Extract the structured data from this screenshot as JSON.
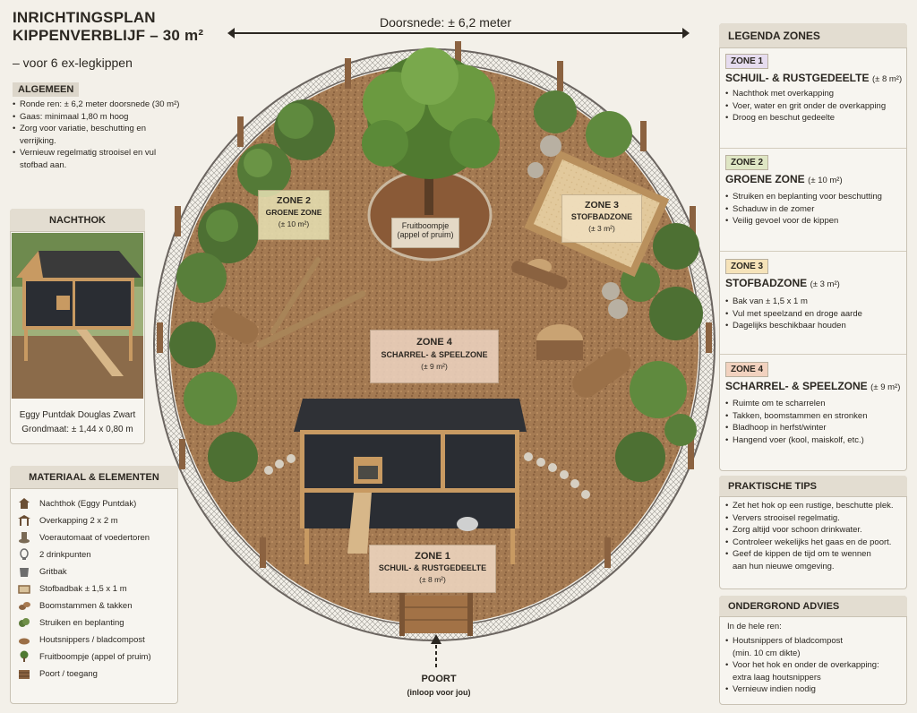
{
  "header": {
    "title_line1": "INRICHTINGSPLAN",
    "title_line2": "KIPPENVERBLIJF – 30 m²",
    "subtitle": "– voor 6 ex-legkippen",
    "diameter": "Doorsnede: ± 6,2 meter"
  },
  "algemeen": {
    "heading": "ALGEMEEN",
    "items": [
      "Ronde ren: ± 6,2 meter doorsnede (30 m²)",
      "Gaas: minimaal 1,80 m hoog",
      "Zorg voor variatie, beschutting en",
      "verrijking.",
      "Vernieuw regelmatig strooisel en vul",
      "stofbad aan."
    ]
  },
  "nachthok": {
    "heading": "NACHTHOK",
    "name": "Eggy Puntdak Douglas Zwart",
    "size": "Grondmaat: ± 1,44 x 0,80 m"
  },
  "materiaal": {
    "heading": "MATERIAAL & ELEMENTEN",
    "items": [
      {
        "label": "Nachthok (Eggy Puntdak)",
        "icon": "house-icon"
      },
      {
        "label": "Overkapping 2 x 2 m",
        "icon": "canopy-icon"
      },
      {
        "label": "Voerautomaat of voedertoren",
        "icon": "feeder-icon"
      },
      {
        "label": "2 drinkpunten",
        "icon": "waterer-icon"
      },
      {
        "label": "Gritbak",
        "icon": "grit-bucket-icon"
      },
      {
        "label": "Stofbadbak ± 1,5 x 1 m",
        "icon": "sandbox-icon"
      },
      {
        "label": "Boomstammen & takken",
        "icon": "logs-icon"
      },
      {
        "label": "Struiken en beplanting",
        "icon": "shrub-icon"
      },
      {
        "label": "Houtsnippers / bladcompost",
        "icon": "woodchips-icon"
      },
      {
        "label": "Fruitboompje (appel of pruim)",
        "icon": "tree-icon"
      },
      {
        "label": "Poort / toegang",
        "icon": "gate-icon"
      }
    ]
  },
  "legenda": {
    "heading": "LEGENDA ZONES",
    "zones": [
      {
        "tag": "ZONE 1",
        "title": "SCHUIL- & RUSTGEDEELTE",
        "area": "(± 8 m²)",
        "color": "#e6dcef",
        "items": [
          "Nachthok met overkapping",
          "Voer, water en grit onder de overkapping",
          "Droog en beschut gedeelte"
        ]
      },
      {
        "tag": "ZONE 2",
        "title": "GROENE ZONE",
        "area": "(± 10 m²)",
        "color": "#dfe6c4",
        "items": [
          "Struiken en beplanting voor beschutting",
          "Schaduw in de zomer",
          "Veilig gevoel voor de kippen"
        ]
      },
      {
        "tag": "ZONE 3",
        "title": "STOFBADZONE",
        "area": "(± 3 m²)",
        "color": "#f6e3b9",
        "items": [
          "Bak van ± 1,5 x 1 m",
          "Vul met speelzand en droge aarde",
          "Dagelijks beschikbaar houden"
        ]
      },
      {
        "tag": "ZONE 4",
        "title": "SCHARREL- & SPEELZONE",
        "area": "(± 9 m²)",
        "color": "#f2d2bf",
        "items": [
          "Ruimte om te scharrelen",
          "Takken, boomstammen en stronken",
          "Bladhoop in herfst/winter",
          "Hangend voer (kool, maiskolf, etc.)"
        ]
      }
    ]
  },
  "tips": {
    "heading": "PRAKTISCHE TIPS",
    "items": [
      "Zet het hok op een rustige, beschutte plek.",
      "Ververs strooisel regelmatig.",
      "Zorg altijd voor schoon drinkwater.",
      "Controleer wekelijks het gaas en de poort.",
      "Geef de kippen de tijd om te wennen",
      "aan hun nieuwe omgeving."
    ]
  },
  "ondergrond": {
    "heading": "ONDERGROND ADVIES",
    "intro": "In de hele ren:",
    "items": [
      "Houtsnippers of bladcompost",
      "(min. 10 cm dikte)",
      "Voor het hok en onder de overkapping:",
      "extra laag houtsnippers",
      "Vernieuw indien nodig"
    ]
  },
  "map": {
    "zone1": {
      "tag": "ZONE 1",
      "name": "SCHUIL- & RUSTGEDEELTE",
      "area": "(± 8 m²)"
    },
    "zone2": {
      "tag": "ZONE 2",
      "name": "GROENE ZONE",
      "area": "(± 10 m²)"
    },
    "zone3": {
      "tag": "ZONE 3",
      "name": "STOFBADZONE",
      "area": "(± 3 m²)"
    },
    "zone4": {
      "tag": "ZONE 4",
      "name": "SCHARREL- & SPEELZONE",
      "area": "(± 9 m²)"
    },
    "tree_label1": "Fruitboompje",
    "tree_label2": "(appel of pruim)",
    "gate": "POORT",
    "gate_sub": "(inloop voor jou)"
  }
}
